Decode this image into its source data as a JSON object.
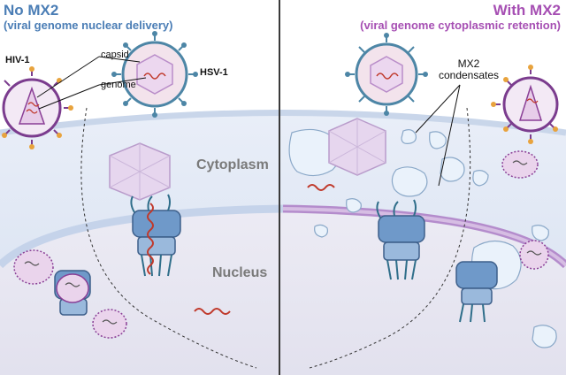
{
  "left_panel": {
    "title": "No MX2",
    "subtitle": "(viral genome nuclear delivery)"
  },
  "right_panel": {
    "title": "With MX2",
    "subtitle": "(viral genome cytoplasmic retention)"
  },
  "labels": {
    "hiv": "HIV-1",
    "hsv": "HSV-1",
    "capsid": "capsid",
    "genome": "genome",
    "cytoplasm": "Cytoplasm",
    "nucleus": "Nucleus",
    "mx2_line1": "MX2",
    "mx2_line2": "condensates"
  },
  "colors": {
    "left_accent": "#4a7db5",
    "right_accent": "#a64fb3",
    "cytoplasm_bg": "#dbe4f2",
    "nucleus_bg": "#e8e8f3",
    "condensate": "#e6f0fa",
    "genome": "#c0392b",
    "capsid_fill": "#ead6ef"
  }
}
